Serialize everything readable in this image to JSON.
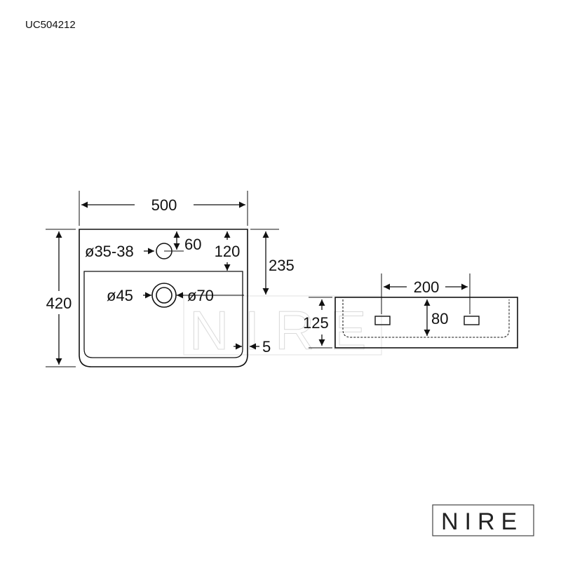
{
  "product_code": "UC504212",
  "brand": "NIRE",
  "top_view": {
    "width_label": "500",
    "depth_label": "420",
    "tap_hole_label": "ø35-38",
    "tap_offset_label": "60",
    "tap_to_bowl_label": "120",
    "drain_depth_label": "235",
    "drain_inner_label": "ø45",
    "drain_outer_label": "ø70",
    "wall_label": "5"
  },
  "back_view": {
    "hole_spacing_label": "200",
    "height_label": "125",
    "hole_height_label": "80"
  },
  "colors": {
    "line": "#111111",
    "watermark": "#d9d9d9",
    "logo_border": "#444444"
  }
}
